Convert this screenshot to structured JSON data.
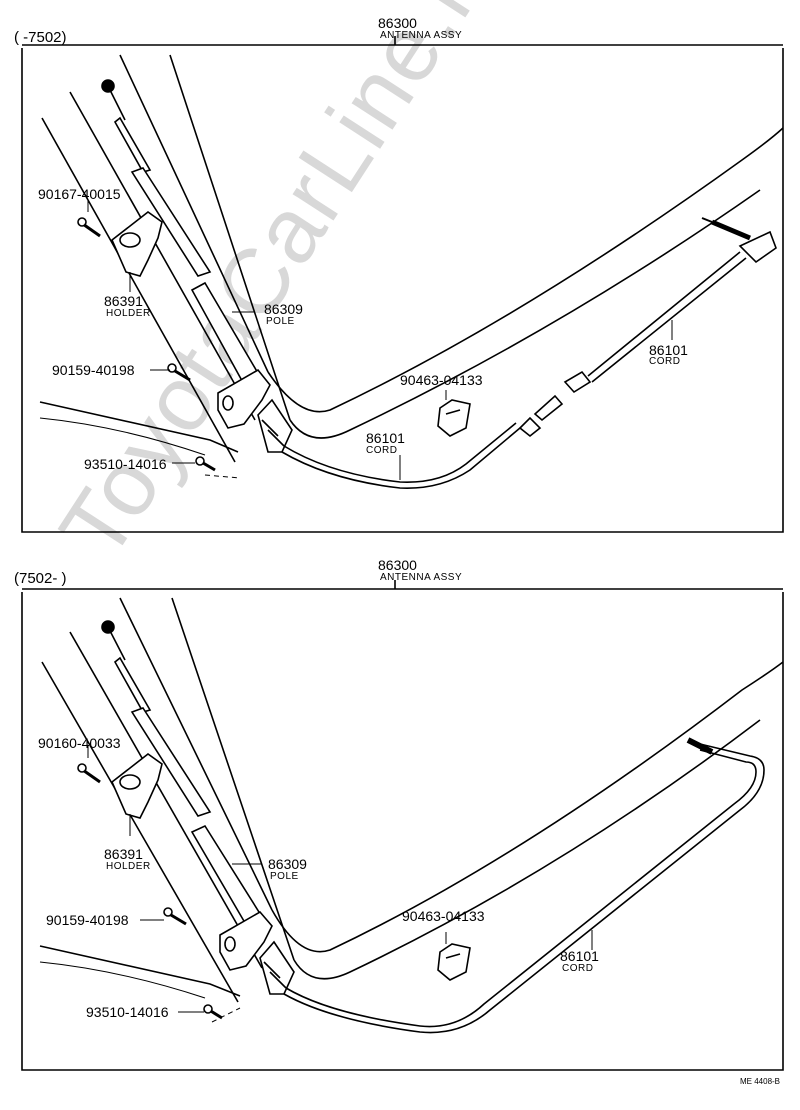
{
  "watermark": "ToyotaCarLine.ru",
  "doc_ref": "ME 4408-B",
  "panels": [
    {
      "range": "(      -7502)",
      "assy_number": "86300",
      "assy_name": "ANTENNA ASSY",
      "parts": {
        "screw_a": "90167-40015",
        "holder_no": "86391",
        "holder_name": "HOLDER",
        "screw_b": "90159-40198",
        "screw_c": "93510-14016",
        "pole_no": "86309",
        "pole_name": "POLE",
        "clamp": "90463-04133",
        "cord1_no": "86101",
        "cord1_name": "CORD",
        "cord2_no": "86101",
        "cord2_name": "CORD"
      }
    },
    {
      "range": "(7502-        )",
      "assy_number": "86300",
      "assy_name": "ANTENNA ASSY",
      "parts": {
        "screw_a": "90160-40033",
        "holder_no": "86391",
        "holder_name": "HOLDER",
        "screw_b": "90159-40198",
        "screw_c": "93510-14016",
        "pole_no": "86309",
        "pole_name": "POLE",
        "clamp": "90463-04133",
        "cord_no": "86101",
        "cord_name": "CORD"
      }
    }
  ]
}
